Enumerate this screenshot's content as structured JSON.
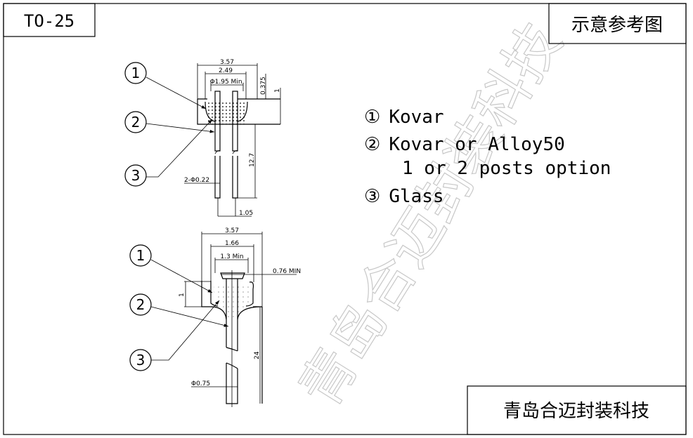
{
  "title_box": "TO-25",
  "header_note": "示意参考图",
  "company_box": "青岛合迈封装科技",
  "watermark": "青岛合迈封装科技",
  "legend": [
    {
      "marker": "①",
      "text": "Kovar"
    },
    {
      "marker": "②",
      "text": "Kovar or Alloy50"
    },
    {
      "marker": "",
      "text": "1 or 2 posts option"
    },
    {
      "marker": "③",
      "text": "Glass"
    }
  ],
  "callouts": [
    "1",
    "2",
    "3"
  ],
  "top_view": {
    "dims": {
      "outer": "3.57",
      "inner": "2.49",
      "glass": "Φ1.95 Min.",
      "top": "0.375",
      "height": "1",
      "pin_length": "12.7",
      "pin_dia": "2-Φ0.22",
      "pitch": "1.05"
    }
  },
  "bottom_view": {
    "dims": {
      "outer": "3.57",
      "inner": "1.66",
      "glass": "1.3 Min",
      "head": "0.76 MIN",
      "height": "1",
      "pin_length": "24",
      "pin_dia": "Φ0.75"
    }
  }
}
